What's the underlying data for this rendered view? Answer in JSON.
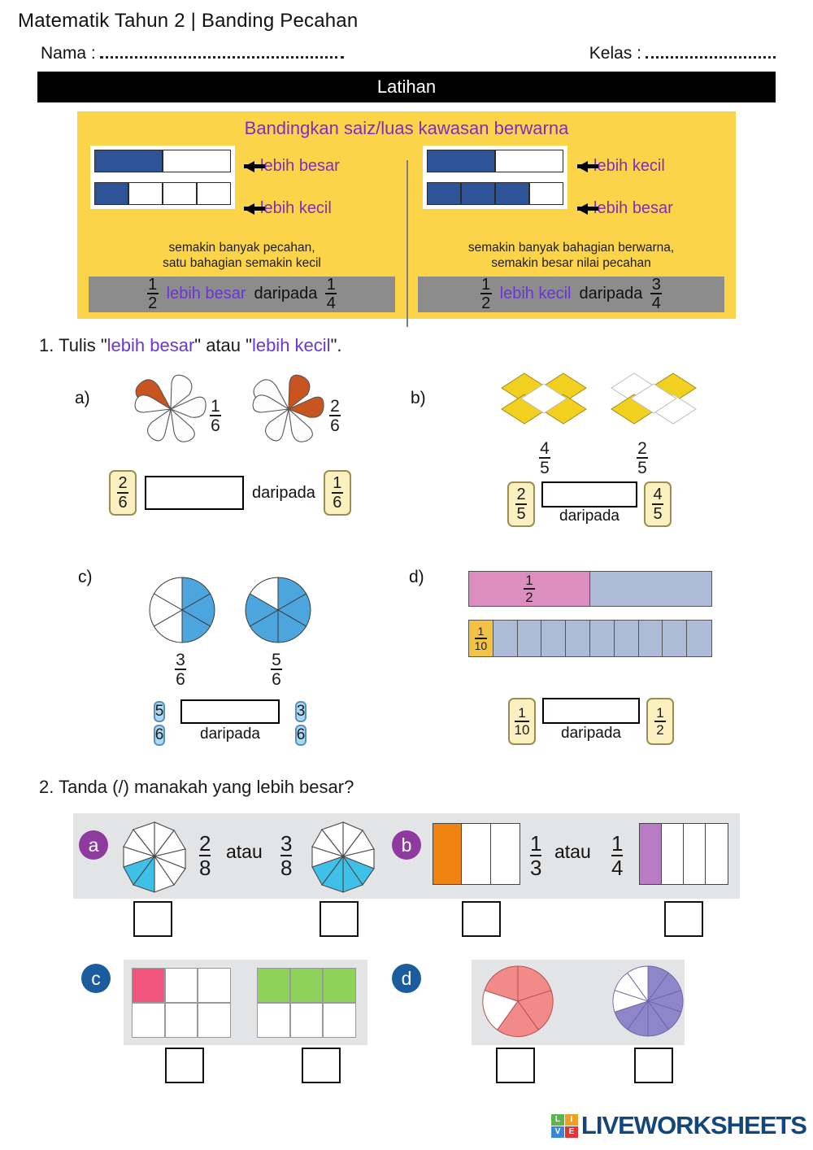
{
  "header": {
    "title": "Matematik Tahun 2 | Banding Pecahan",
    "name_label": "Nama :",
    "class_label": "Kelas :",
    "section_bar": "Latihan"
  },
  "infobox": {
    "title": "Bandingkan saiz/luas kawasan berwarna",
    "accent_color": "#7b2fbe",
    "bg_color": "#fcd449",
    "left": {
      "label_top": "lebih besar",
      "label_bottom": "lebih kecil",
      "caption_line1": "semakin banyak pecahan,",
      "caption_line2": "satu bahagian semakin kecil",
      "statement": {
        "frac_a_num": "1",
        "frac_a_den": "2",
        "phrase": "lebih besar",
        "middle": "daripada",
        "frac_b_num": "1",
        "frac_b_den": "4"
      },
      "bar_top": {
        "parts": 2,
        "filled": 1
      },
      "bar_bottom": {
        "parts": 4,
        "filled": 1
      }
    },
    "right": {
      "label_top": "lebih kecil",
      "label_bottom": "lebih besar",
      "caption_line1": "semakin banyak bahagian berwarna,",
      "caption_line2": "semakin besar nilai pecahan",
      "statement": {
        "frac_a_num": "1",
        "frac_a_den": "2",
        "phrase": "lebih kecil",
        "middle": "daripada",
        "frac_b_num": "3",
        "frac_b_den": "4"
      },
      "bar_top": {
        "parts": 2,
        "filled": 1
      },
      "bar_bottom": {
        "parts": 4,
        "filled": 3
      }
    }
  },
  "q1": {
    "number": "1.",
    "prompt_pre": "Tulis \"",
    "prompt_opt1": "lebih besar",
    "prompt_mid": "\" atau \"",
    "prompt_opt2": "lebih kecil",
    "prompt_post": "\".",
    "items": [
      {
        "label": "a)",
        "shape": "flower",
        "left_frac_num": "1",
        "left_frac_den": "6",
        "right_frac_num": "2",
        "right_frac_den": "6",
        "left_filled": 1,
        "right_filled": 2,
        "total": 6,
        "answer_left_num": "2",
        "answer_left_den": "6",
        "answer_right_num": "1",
        "answer_right_den": "6",
        "middle_word": "daripada"
      },
      {
        "label": "b)",
        "shape": "diamonds",
        "left_frac_num": "4",
        "left_frac_den": "5",
        "right_frac_num": "2",
        "right_frac_den": "5",
        "left_filled": 4,
        "right_filled": 2,
        "total": 5,
        "answer_left_num": "2",
        "answer_left_den": "5",
        "answer_right_num": "4",
        "answer_right_den": "5",
        "middle_word": "daripada"
      },
      {
        "label": "c)",
        "shape": "pie6",
        "left_frac_num": "3",
        "left_frac_den": "6",
        "right_frac_num": "5",
        "right_frac_den": "6",
        "left_filled": 3,
        "right_filled": 5,
        "total": 6,
        "answer_left_num": "5",
        "answer_left_den": "6",
        "answer_right_num": "3",
        "answer_right_den": "6",
        "middle_word": "daripada"
      },
      {
        "label": "d)",
        "shape": "bars",
        "left_frac_num": "1",
        "left_frac_den": "2",
        "right_frac_num": "1",
        "right_frac_den": "10",
        "left_filled": 1,
        "right_filled": 1,
        "answer_left_num": "1",
        "answer_left_den": "10",
        "answer_right_num": "1",
        "answer_right_den": "2",
        "middle_word": "daripada"
      }
    ]
  },
  "q2": {
    "number": "2.",
    "prompt": "Tanda (/) manakah yang lebih besar?",
    "items": [
      {
        "badge": "a",
        "badge_color": "#8e3a9e",
        "shape": "octagon",
        "left_num": "2",
        "left_den": "8",
        "left_filled": 2,
        "right_num": "3",
        "right_den": "8",
        "right_filled": 3,
        "total": 8,
        "connector": "atau",
        "fill_color": "#3fc0e8"
      },
      {
        "badge": "b",
        "badge_color": "#8e3a9e",
        "shape": "vbars",
        "left_num": "1",
        "left_den": "3",
        "left_filled": 1,
        "left_parts": 3,
        "right_num": "1",
        "right_den": "4",
        "right_filled": 1,
        "right_parts": 4,
        "connector": "atau",
        "left_color": "#f08312",
        "right_color": "#b87cc4"
      },
      {
        "badge": "c",
        "badge_color": "#1b5c9e",
        "shape": "grid6",
        "left_filled": 1,
        "right_filled": 3,
        "total": 6,
        "left_color": "#f0567e",
        "right_color": "#8ed25c"
      },
      {
        "badge": "d",
        "badge_color": "#1b5c9e",
        "shape": "pie",
        "left_parts": 5,
        "left_filled": 4,
        "right_parts": 10,
        "right_filled": 7,
        "left_color": "#f28a8a",
        "right_color": "#8e86c8"
      }
    ]
  },
  "footer": {
    "logo_tiles": [
      "LI",
      "VE"
    ],
    "logo_letters": [
      "L",
      "I",
      "V",
      "E"
    ],
    "logo_colors": [
      "#5bb54a",
      "#f0a020",
      "#3a86d4",
      "#e03434"
    ],
    "brand": "LIVEWORKSHEETS"
  }
}
